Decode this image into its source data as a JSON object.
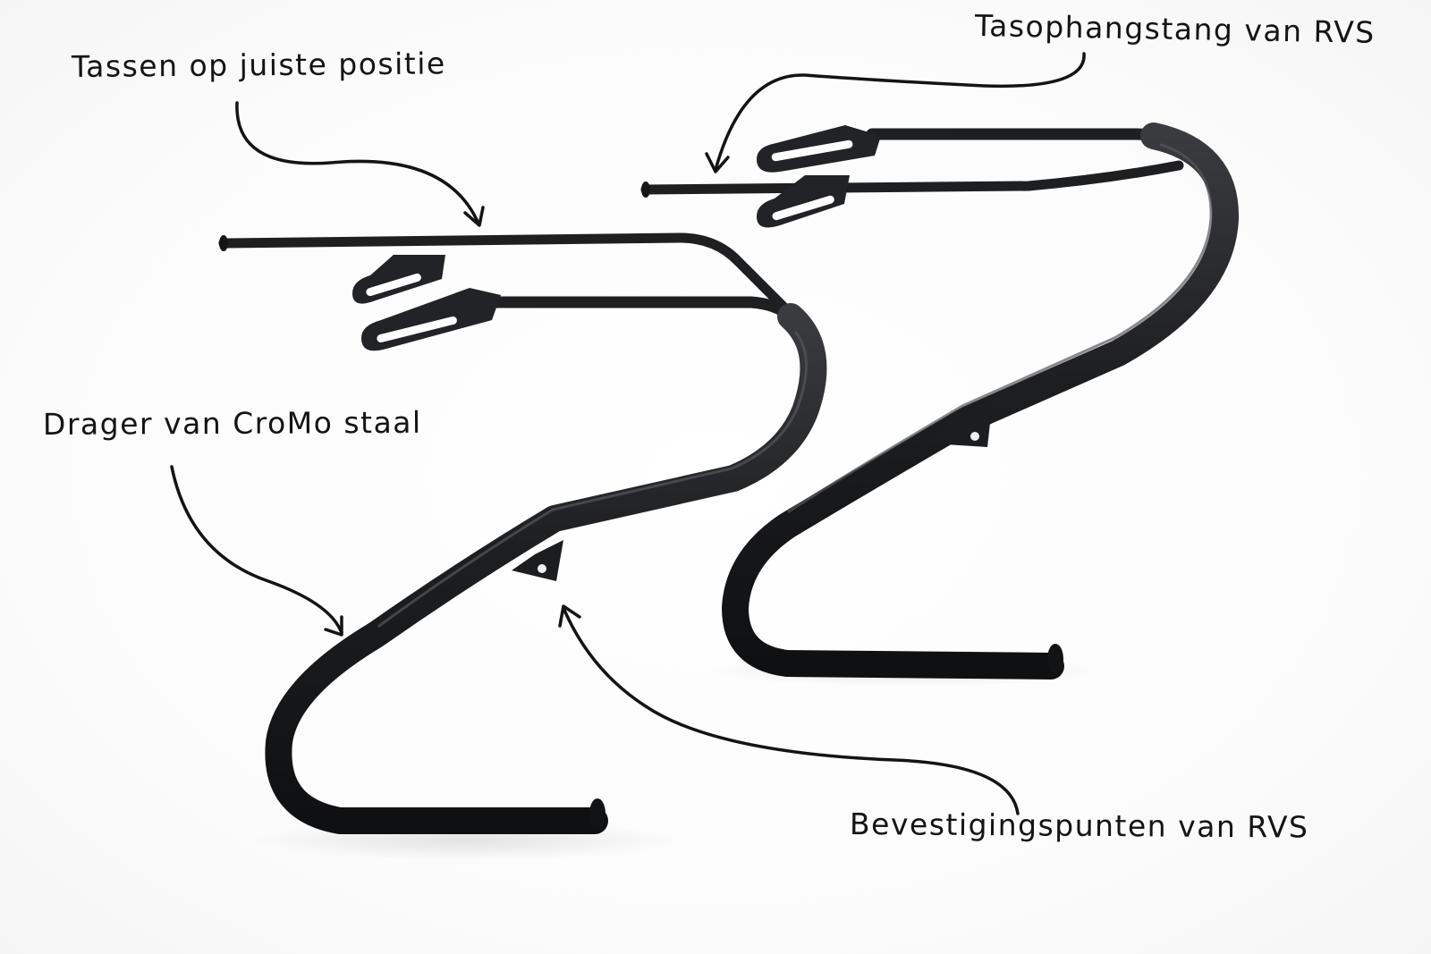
{
  "image": {
    "background_color": "#ffffff",
    "rack_color": "#1e1f21",
    "ink_color": "#141414"
  },
  "callouts": {
    "tassen": "Tassen op juiste positie",
    "tasophang": "Tasophangstang van RVS",
    "drager": "Drager van CroMo staal",
    "bevestiging": "Bevestigingspunten van RVS"
  }
}
